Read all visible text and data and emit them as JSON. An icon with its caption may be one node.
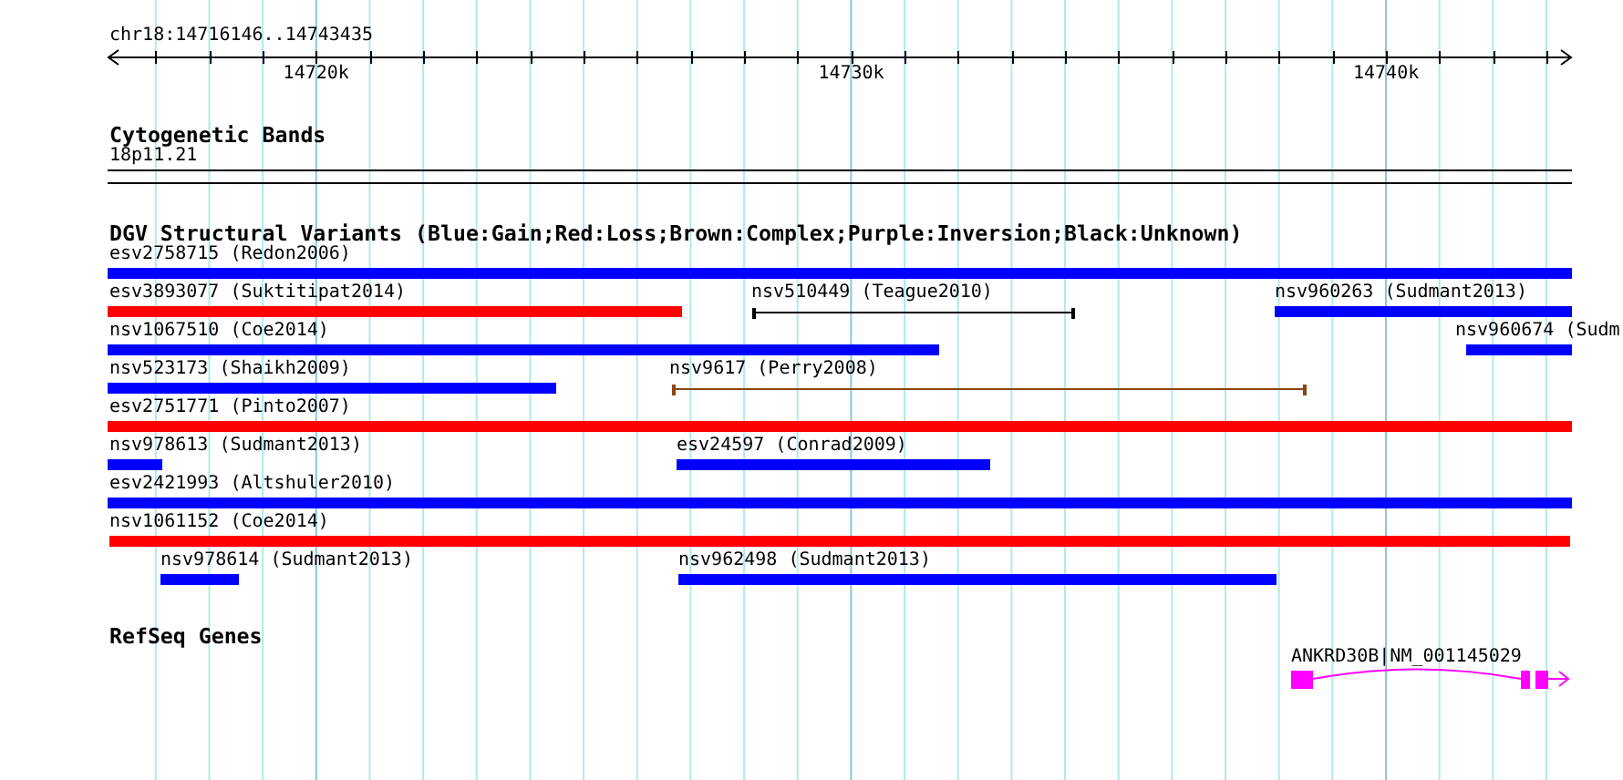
{
  "diagram": {
    "labels": [
      "chr18:14716146..14743435",
      "14720k",
      "14730k",
      "14740k",
      "Cytogenetic Bands",
      "18p11.21",
      "DGV Structural Variants (Blue:Gain;Red:Loss;Brown:Complex;Purple:Inversion;Black:Unknown)",
      "esv2758715 (Redon2006)",
      "esv3893077 (Suktitipat2014)",
      "nsv510449 (Teague2010)",
      "nsv960263 (Sudmant2013)",
      "nsv1067510 (Coe2014)",
      "nsv960674 (Sudm",
      "nsv523173 (Shaikh2009)",
      "nsv9617 (Perry2008)",
      "esv2751771 (Pinto2007)",
      "nsv978613 (Sudmant2013)",
      "esv24597 (Conrad2009)",
      "esv2421993 (Altshuler2010)",
      "nsv1061152 (Coe2014)",
      "nsv978614 (Sudmant2013)",
      "nsv962498 (Sudmant2013)",
      "RefSeq Genes",
      "ANKRD30B|NM_001145029"
    ]
  }
}
